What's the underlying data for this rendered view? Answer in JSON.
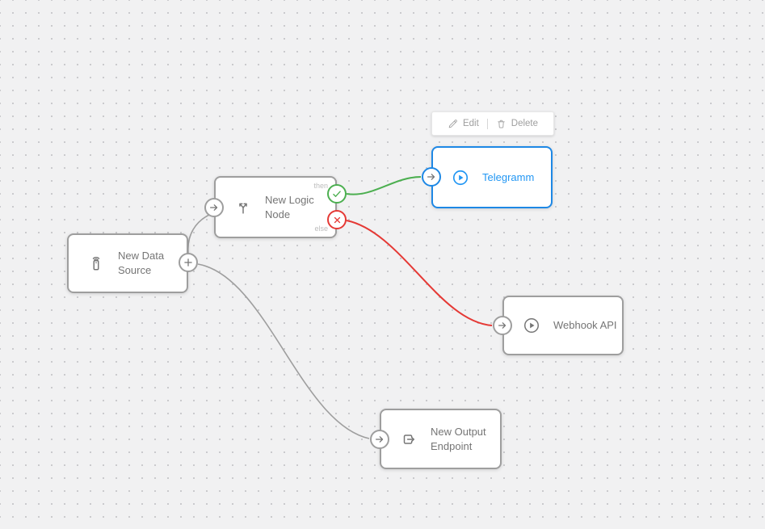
{
  "canvas": {
    "background": "#f1f1f2",
    "dot_color": "#c7c7ca"
  },
  "colors": {
    "success": "#4caf50",
    "danger": "#e53935",
    "neutral_edge": "#9e9e9e",
    "accent": "#1e88e5",
    "node_border": "#9e9e9e",
    "node_text": "#757575",
    "branch_label_text": "#bdbdbd"
  },
  "toolbar": {
    "edit_label": "Edit",
    "delete_label": "Delete"
  },
  "nodes": {
    "data_source": {
      "label": "New Data Source",
      "icon": "remote-sensor-icon"
    },
    "logic": {
      "label": "New Logic Node",
      "icon": "branch-split-icon",
      "then_label": "then",
      "else_label": "else"
    },
    "telegram": {
      "label": "Telegramm",
      "icon": "play-circle-icon",
      "selected": true
    },
    "webhook": {
      "label": "Webhook API",
      "icon": "play-circle-icon"
    },
    "output": {
      "label": "New Output Endpoint",
      "icon": "exit-arrow-icon"
    }
  },
  "ports": {
    "add": "plus-icon",
    "input": "arrow-right-icon",
    "then_output": "check-icon",
    "else_output": "cross-icon"
  },
  "edges": [
    {
      "from": "data-source-add-port",
      "to": "logic-input-port",
      "status": "neutral"
    },
    {
      "from": "data-source-add-port",
      "to": "output-input-port",
      "status": "neutral"
    },
    {
      "from": "logic-then-port",
      "to": "telegram-input-port",
      "status": "success"
    },
    {
      "from": "logic-else-port",
      "to": "webhook-input-port",
      "status": "danger"
    }
  ]
}
